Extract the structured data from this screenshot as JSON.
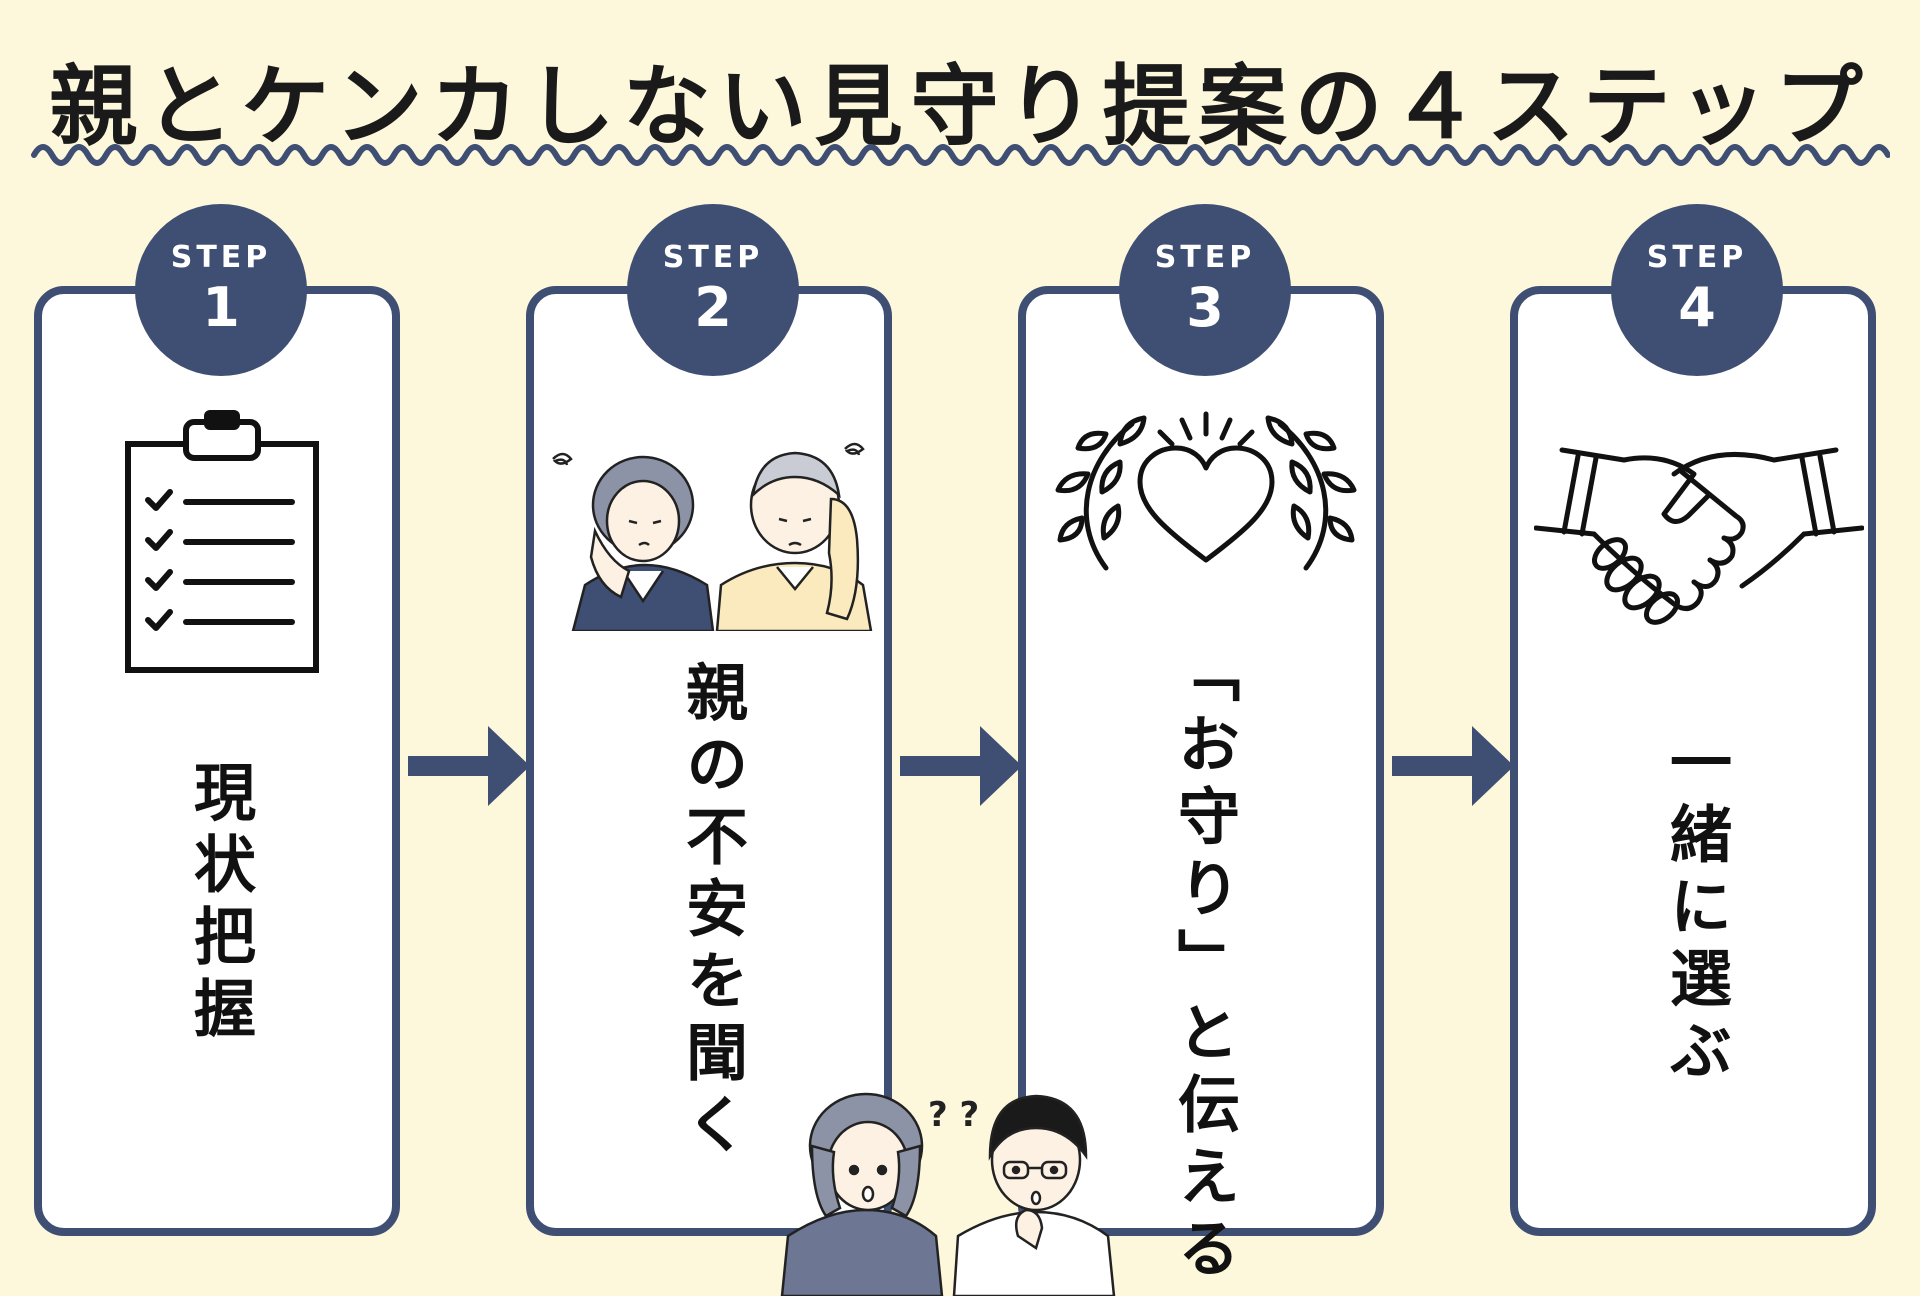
{
  "title": "親とケンカしない見守り提案の４ステップ",
  "colors": {
    "background": "#fdf7dc",
    "accent": "#3f4e73",
    "card": "#ffffff",
    "text": "#111111"
  },
  "steps": [
    {
      "badge_word": "STEP",
      "badge_number": "1",
      "label": "現状把握",
      "icon": "clipboard-checklist-icon"
    },
    {
      "badge_word": "STEP",
      "badge_number": "2",
      "label": "親の不安を聞く",
      "icon": "worried-elderly-couple-illustration"
    },
    {
      "badge_word": "STEP",
      "badge_number": "3",
      "label": "「お守り」と伝える",
      "icon": "heart-laurel-icon"
    },
    {
      "badge_word": "STEP",
      "badge_number": "4",
      "label": "一緒に選ぶ",
      "icon": "handshake-icon"
    }
  ],
  "bottom_illustration": {
    "name": "puzzled-couple-illustration",
    "marks": "? ?"
  }
}
